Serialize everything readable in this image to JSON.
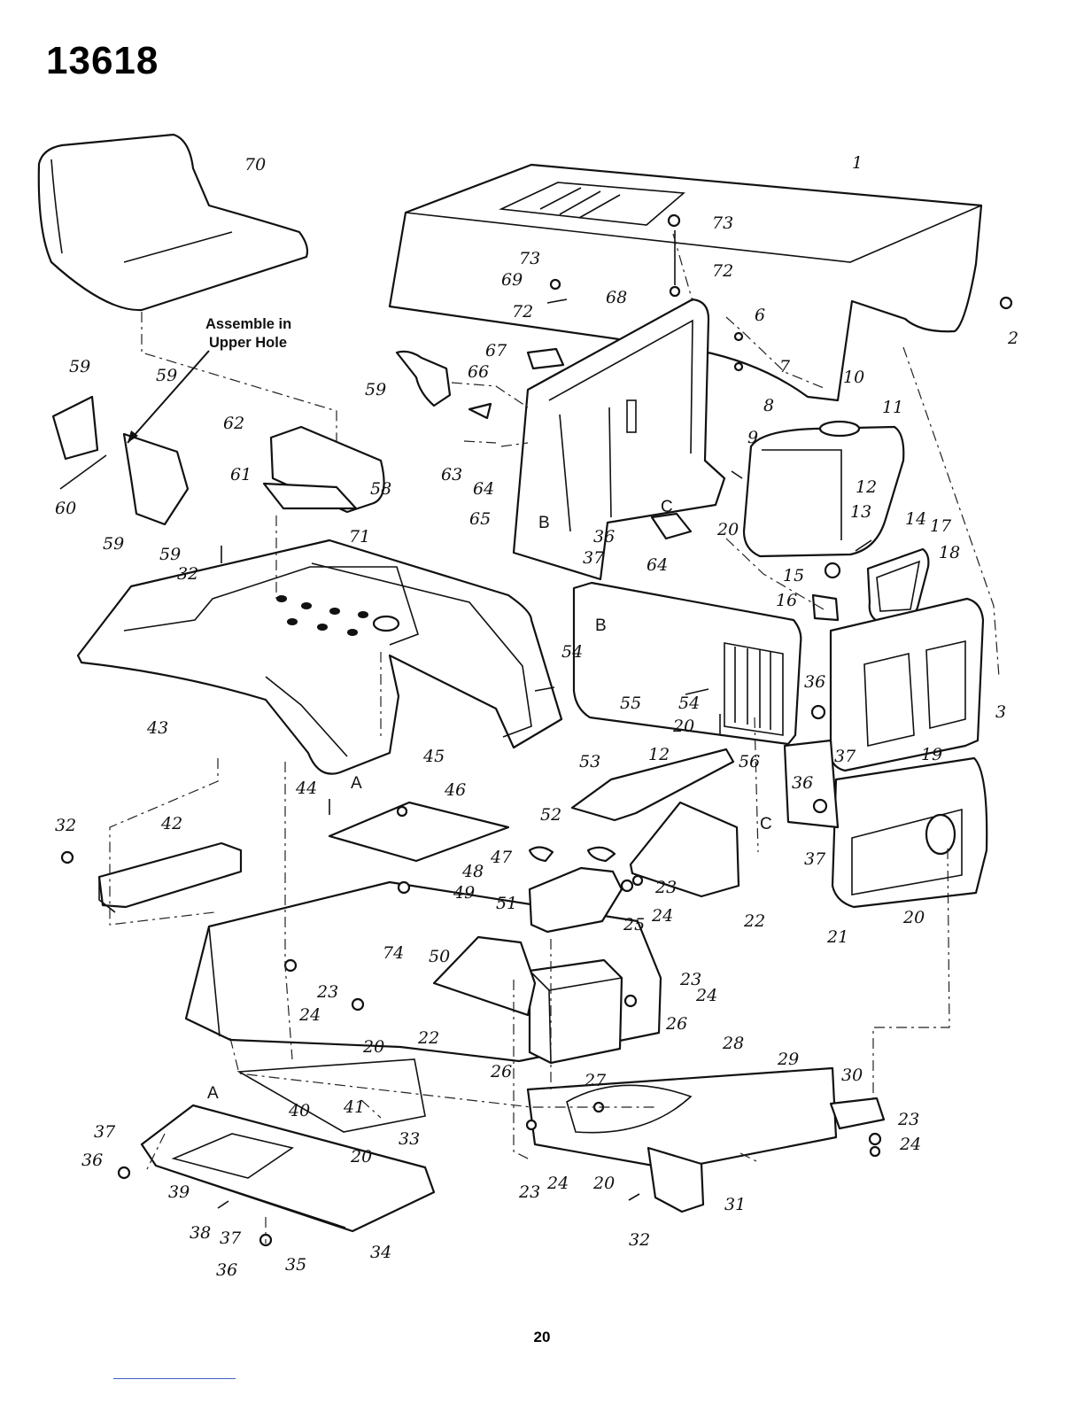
{
  "header": {
    "diagram_number": "13618"
  },
  "note": {
    "line1": "Assemble in",
    "line2": "Upper Hole"
  },
  "footer": {
    "page_number": "20"
  },
  "callouts": [
    {
      "id": "c1",
      "text": "1"
    },
    {
      "id": "c2",
      "text": "2"
    },
    {
      "id": "c3",
      "text": "3"
    },
    {
      "id": "c6",
      "text": "6"
    },
    {
      "id": "c7",
      "text": "7"
    },
    {
      "id": "c8",
      "text": "8"
    },
    {
      "id": "c9",
      "text": "9"
    },
    {
      "id": "c10",
      "text": "10"
    },
    {
      "id": "c11",
      "text": "11"
    },
    {
      "id": "c12a",
      "text": "12"
    },
    {
      "id": "c12b",
      "text": "12"
    },
    {
      "id": "c13",
      "text": "13"
    },
    {
      "id": "c14",
      "text": "14"
    },
    {
      "id": "c15",
      "text": "15"
    },
    {
      "id": "c16",
      "text": "16"
    },
    {
      "id": "c17",
      "text": "17"
    },
    {
      "id": "c18",
      "text": "18"
    },
    {
      "id": "c19",
      "text": "19"
    },
    {
      "id": "c20a",
      "text": "20"
    },
    {
      "id": "c20b",
      "text": "20"
    },
    {
      "id": "c20c",
      "text": "20"
    },
    {
      "id": "c20d",
      "text": "20"
    },
    {
      "id": "c20e",
      "text": "20"
    },
    {
      "id": "c20f",
      "text": "20"
    },
    {
      "id": "c21",
      "text": "21"
    },
    {
      "id": "c22a",
      "text": "22"
    },
    {
      "id": "c22b",
      "text": "22"
    },
    {
      "id": "c23a",
      "text": "23"
    },
    {
      "id": "c23b",
      "text": "23"
    },
    {
      "id": "c23c",
      "text": "23"
    },
    {
      "id": "c23d",
      "text": "23"
    },
    {
      "id": "c23e",
      "text": "23"
    },
    {
      "id": "c24a",
      "text": "24"
    },
    {
      "id": "c24b",
      "text": "24"
    },
    {
      "id": "c24c",
      "text": "24"
    },
    {
      "id": "c24d",
      "text": "24"
    },
    {
      "id": "c24e",
      "text": "24"
    },
    {
      "id": "c25",
      "text": "25"
    },
    {
      "id": "c26a",
      "text": "26"
    },
    {
      "id": "c26b",
      "text": "26"
    },
    {
      "id": "c27",
      "text": "27"
    },
    {
      "id": "c28",
      "text": "28"
    },
    {
      "id": "c29",
      "text": "29"
    },
    {
      "id": "c30",
      "text": "30"
    },
    {
      "id": "c31",
      "text": "31"
    },
    {
      "id": "c32a",
      "text": "32"
    },
    {
      "id": "c32b",
      "text": "32"
    },
    {
      "id": "c32c",
      "text": "32"
    },
    {
      "id": "c33",
      "text": "33"
    },
    {
      "id": "c34",
      "text": "34"
    },
    {
      "id": "c35",
      "text": "35"
    },
    {
      "id": "c36a",
      "text": "36"
    },
    {
      "id": "c36b",
      "text": "36"
    },
    {
      "id": "c36c",
      "text": "36"
    },
    {
      "id": "c36d",
      "text": "36"
    },
    {
      "id": "c36e",
      "text": "36"
    },
    {
      "id": "c37a",
      "text": "37"
    },
    {
      "id": "c37b",
      "text": "37"
    },
    {
      "id": "c37c",
      "text": "37"
    },
    {
      "id": "c37d",
      "text": "37"
    },
    {
      "id": "c37e",
      "text": "37"
    },
    {
      "id": "c38",
      "text": "38"
    },
    {
      "id": "c39",
      "text": "39"
    },
    {
      "id": "c40",
      "text": "40"
    },
    {
      "id": "c41",
      "text": "41"
    },
    {
      "id": "c42",
      "text": "42"
    },
    {
      "id": "c43",
      "text": "43"
    },
    {
      "id": "c44",
      "text": "44"
    },
    {
      "id": "c45",
      "text": "45"
    },
    {
      "id": "c46",
      "text": "46"
    },
    {
      "id": "c47",
      "text": "47"
    },
    {
      "id": "c48",
      "text": "48"
    },
    {
      "id": "c49",
      "text": "49"
    },
    {
      "id": "c50",
      "text": "50"
    },
    {
      "id": "c51",
      "text": "51"
    },
    {
      "id": "c52",
      "text": "52"
    },
    {
      "id": "c53",
      "text": "53"
    },
    {
      "id": "c54a",
      "text": "54"
    },
    {
      "id": "c54b",
      "text": "54"
    },
    {
      "id": "c55",
      "text": "55"
    },
    {
      "id": "c56",
      "text": "56"
    },
    {
      "id": "c58",
      "text": "58"
    },
    {
      "id": "c59a",
      "text": "59"
    },
    {
      "id": "c59b",
      "text": "59"
    },
    {
      "id": "c59c",
      "text": "59"
    },
    {
      "id": "c59d",
      "text": "59"
    },
    {
      "id": "c59e",
      "text": "59"
    },
    {
      "id": "c60",
      "text": "60"
    },
    {
      "id": "c61",
      "text": "61"
    },
    {
      "id": "c62",
      "text": "62"
    },
    {
      "id": "c63",
      "text": "63"
    },
    {
      "id": "c64a",
      "text": "64"
    },
    {
      "id": "c64b",
      "text": "64"
    },
    {
      "id": "c65",
      "text": "65"
    },
    {
      "id": "c66",
      "text": "66"
    },
    {
      "id": "c67",
      "text": "67"
    },
    {
      "id": "c68",
      "text": "68"
    },
    {
      "id": "c69",
      "text": "69"
    },
    {
      "id": "c70",
      "text": "70"
    },
    {
      "id": "c71",
      "text": "71"
    },
    {
      "id": "c72a",
      "text": "72"
    },
    {
      "id": "c72b",
      "text": "72"
    },
    {
      "id": "c73a",
      "text": "73"
    },
    {
      "id": "c73b",
      "text": "73"
    },
    {
      "id": "c74",
      "text": "74"
    },
    {
      "id": "cA1",
      "text": "A"
    },
    {
      "id": "cA2",
      "text": "A"
    },
    {
      "id": "cB1",
      "text": "B"
    },
    {
      "id": "cB2",
      "text": "B"
    },
    {
      "id": "cC1",
      "text": "C"
    },
    {
      "id": "cC2",
      "text": "C"
    }
  ]
}
